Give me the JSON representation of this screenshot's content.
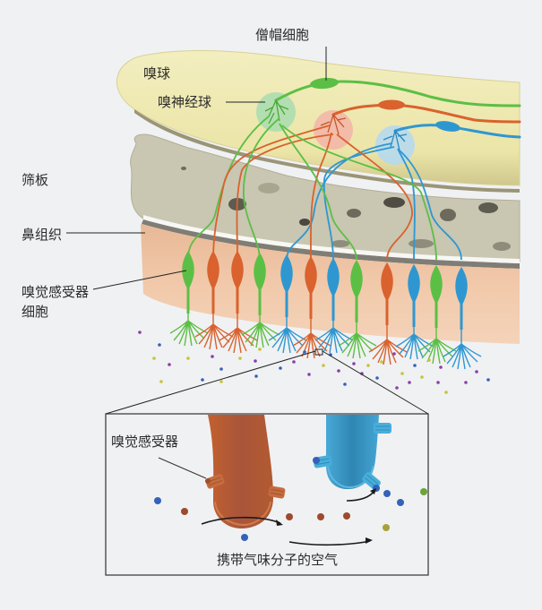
{
  "title": "嗅觉系统示意图",
  "labels": {
    "mitral_cell": "僧帽细胞",
    "olfactory_bulb": "嗅球",
    "glomerulus": "嗅神经球",
    "cribriform_plate": "筛板",
    "nasal_tissue": "鼻组织",
    "receptor_cell_line1": "嗅觉感受器",
    "receptor_cell_line2": "细胞",
    "receptor": "嗅觉感受器",
    "odor_air": "携带气味分子的空气"
  },
  "colors": {
    "background": "#f0f1f3",
    "bulb": "#eee8b0",
    "bulb_shade": "#d9d295",
    "bone": "#c9c6b2",
    "bone_dark": "#8f8c7c",
    "tissue": "#f1c9aa",
    "green": "#5cbf45",
    "orange": "#d9622e",
    "blue": "#2f97d0",
    "glom_green": "#a8dcb0",
    "glom_red": "#f2b4a8",
    "glom_blue": "#b6d9ef",
    "dot_purple": "#8a3fa8",
    "dot_blue": "#3462b8",
    "dot_yellow": "#c8c23a",
    "inset_orange": "#b85a32",
    "inset_blue": "#3a9fcb"
  },
  "receptor_neurons": [
    "green",
    "orange",
    "orange",
    "green",
    "blue",
    "orange",
    "blue",
    "green",
    "orange",
    "blue",
    "green",
    "blue"
  ],
  "glomeruli": [
    "green",
    "red",
    "blue"
  ],
  "mitral_cells": [
    "green",
    "orange",
    "blue"
  ],
  "inset_molecules": [
    "blue",
    "brown",
    "brown",
    "blue",
    "brown",
    "brown",
    "blue",
    "olive",
    "green",
    "blue",
    "blue"
  ]
}
